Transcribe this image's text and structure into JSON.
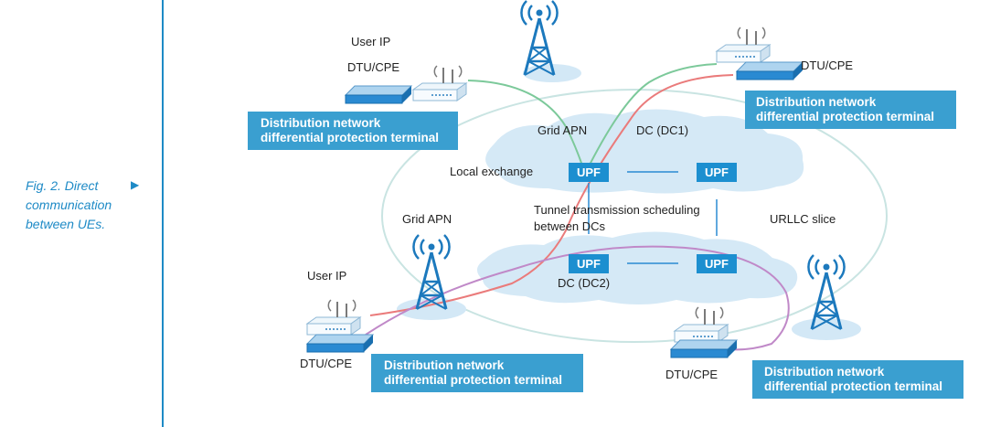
{
  "caption": {
    "text": "Fig. 2. Direct communication between UEs."
  },
  "labels": {
    "user_ip_top": "User IP",
    "dtu_cpe_top_left": "DTU/CPE",
    "dtu_cpe_top_right": "DTU/CPE",
    "grid_apn_top": "Grid APN",
    "dc_dc1": "DC (DC1)",
    "local_exchange": "Local exchange",
    "tunnel_line1": "Tunnel transmission scheduling",
    "tunnel_line2": "between DCs",
    "grid_apn_left": "Grid APN",
    "urllc_slice": "URLLC slice",
    "user_ip_bottom": "User IP",
    "dc_dc2": "DC (DC2)",
    "dtu_cpe_bottom_left": "DTU/CPE",
    "dtu_cpe_bottom_right": "DTU/CPE"
  },
  "upf": [
    "UPF",
    "UPF",
    "UPF",
    "UPF"
  ],
  "terminal_boxes": [
    {
      "line1": "Distribution network",
      "line2": "differential protection terminal"
    },
    {
      "line1": "Distribution network",
      "line2": "differential protection terminal"
    },
    {
      "line1": "Distribution network",
      "line2": "differential protection terminal"
    },
    {
      "line1": "Distribution network",
      "line2": "differential protection terminal"
    }
  ],
  "colors": {
    "accent": "#1e8ac6",
    "box": "#3a9fd0",
    "upf": "#1c8fd0",
    "cloud": "#d3e8f6",
    "green_link": "#7cc99a",
    "red_link": "#ea7b7b",
    "purple_link": "#c089c8",
    "ellipse": "#c9e4e2"
  }
}
